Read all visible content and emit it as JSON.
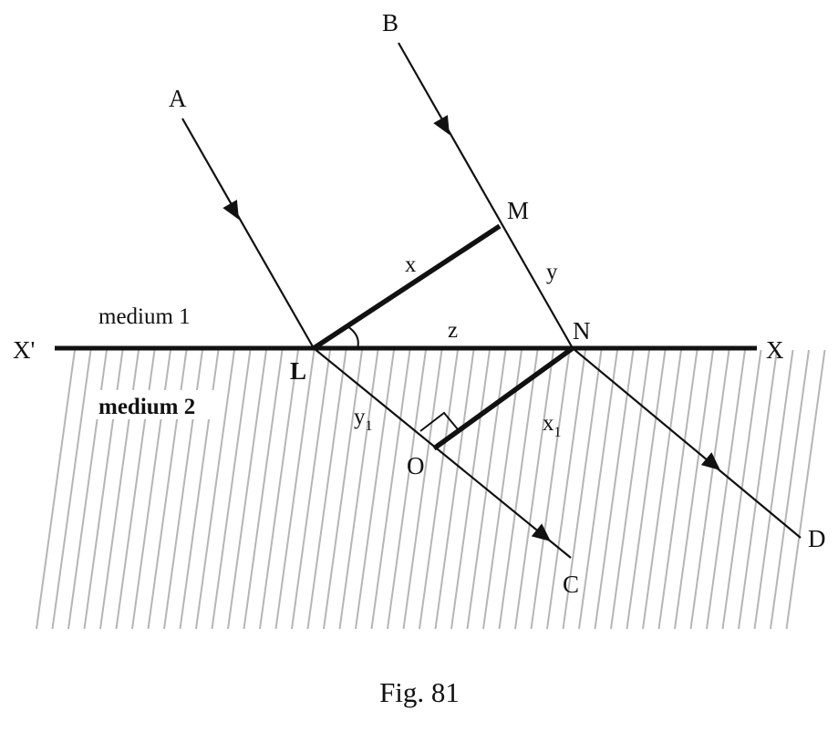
{
  "figure": {
    "caption": "Fig. 81",
    "points": {
      "A": "A",
      "B": "B",
      "M": "M",
      "N": "N",
      "L": "L",
      "O": "O",
      "C": "C",
      "D": "D",
      "X": "X",
      "X_prime": "X'"
    },
    "segments": {
      "x": "x",
      "y": "y",
      "z": "z",
      "y1_base": "y",
      "y1_sub": "1",
      "x1_base": "x",
      "x1_sub": "1"
    },
    "media": {
      "upper": "medium 1",
      "lower": "medium 2"
    }
  },
  "colors": {
    "ink": "#111111",
    "hatch": "#b5b5b5",
    "background": "#ffffff"
  }
}
